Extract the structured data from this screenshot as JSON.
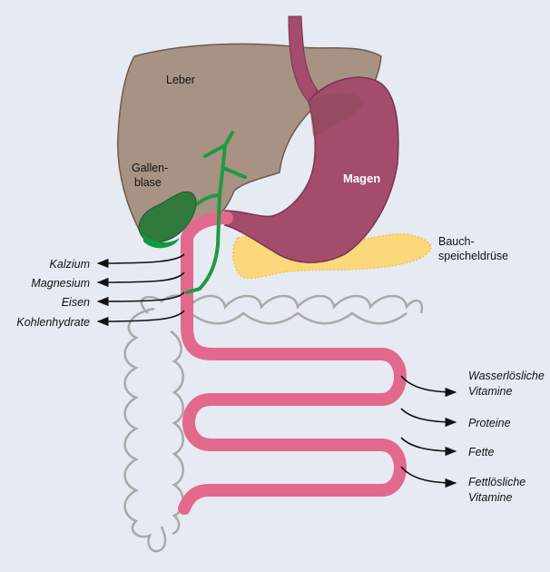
{
  "organs": {
    "liver": "Leber",
    "gallbladder_line1": "Gallen-",
    "gallbladder_line2": "blase",
    "stomach": "Magen",
    "pancreas_line1": "Bauch-",
    "pancreas_line2": "speicheldrüse"
  },
  "upper_absorption": [
    "Kalzium",
    "Magnesium",
    "Eisen",
    "Kohlenhydrate"
  ],
  "lower_absorption": {
    "water_soluble_line1": "Wasserlösliche",
    "water_soluble_line2": "Vitamine",
    "proteins": "Proteine",
    "fats": "Fette",
    "fat_soluble_line1": "Fettlösliche",
    "fat_soluble_line2": "Vitamine"
  },
  "colors": {
    "background": "#e6eaf2",
    "liver": "#a89283",
    "stomach": "#a34c6c",
    "gallbladder": "#2f7a3c",
    "pancreas": "#fbd97a",
    "intestine": "#e2698d",
    "colon": "#a9a9a9"
  }
}
